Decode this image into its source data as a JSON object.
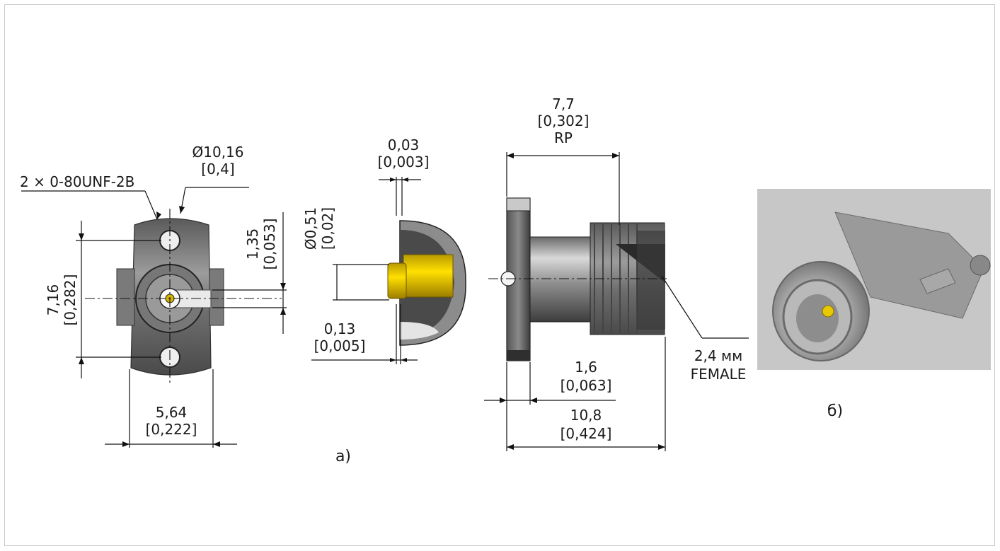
{
  "front_view": {
    "thread_label": "2 × 0-80UNF-2B",
    "flange_diameter": "Ø10,16",
    "flange_diameter_in": "[0,4]",
    "height": "7,16",
    "height_in": "[0,282]",
    "width": "5,64",
    "width_in": "[0,222]",
    "pin_offset": "1,35",
    "pin_offset_in": "[0,053]"
  },
  "detail_view": {
    "gap": "0,03",
    "gap_in": "[0,003]",
    "pin_diameter": "Ø0,51",
    "pin_diameter_in": "[0,02]",
    "recess": "0,13",
    "recess_in": "[0,005]"
  },
  "side_view": {
    "ref_length": "7,7",
    "ref_length_in": "[0,302]",
    "ref_label": "RP",
    "flange_thickness": "1,6",
    "flange_thickness_in": "[0,063]",
    "total_length": "10,8",
    "total_length_in": "[0,424]",
    "connector_type": "2,4 мм",
    "connector_gender": "FEMALE"
  },
  "captions": {
    "drawing": "а)",
    "photo": "б)"
  },
  "colors": {
    "pin_gold": "#e8c800",
    "steel": "#8a8a8a",
    "photo_bg": "#c7c7c7"
  }
}
